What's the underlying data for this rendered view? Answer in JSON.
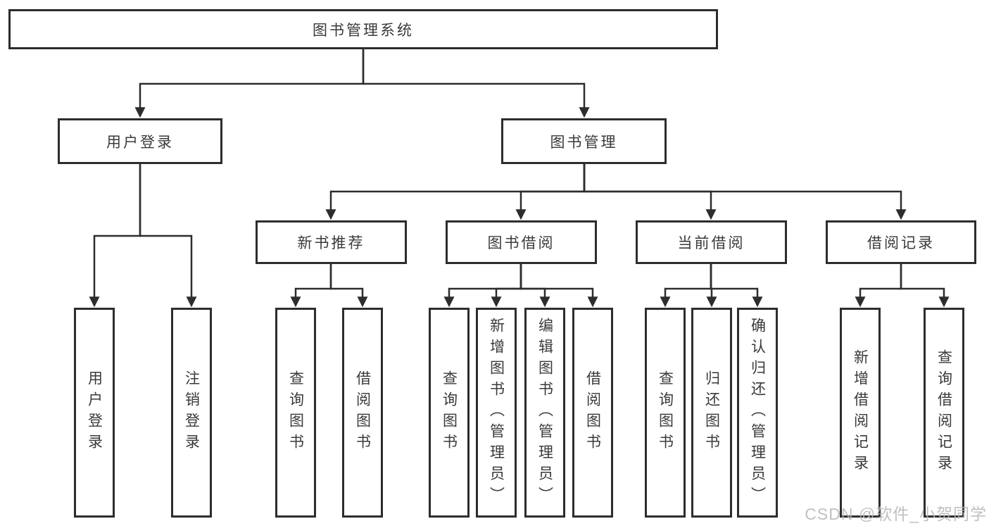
{
  "diagram": {
    "type": "hierarchy-tree",
    "tree": {
      "label": "图书管理系统",
      "children": [
        {
          "label": "用户登录",
          "children": [
            {
              "label": "用户登录"
            },
            {
              "label": "注销登录"
            }
          ]
        },
        {
          "label": "图书管理",
          "children": [
            {
              "label": "新书推荐",
              "children": [
                {
                  "label": "查询图书"
                },
                {
                  "label": "借阅图书"
                }
              ]
            },
            {
              "label": "图书借阅",
              "children": [
                {
                  "label": "查询图书"
                },
                {
                  "label": "新增图书（管理员）"
                },
                {
                  "label": "编辑图书（管理员）"
                },
                {
                  "label": "借阅图书"
                }
              ]
            },
            {
              "label": "当前借阅",
              "children": [
                {
                  "label": "查询图书"
                },
                {
                  "label": "归还图书"
                },
                {
                  "label": "确认归还（管理员）"
                }
              ]
            },
            {
              "label": "借阅记录",
              "children": [
                {
                  "label": "新增借阅记录"
                },
                {
                  "label": "查询借阅记录"
                }
              ]
            }
          ]
        }
      ]
    },
    "colors": {
      "line": "#2d2d2d",
      "box_border": "#2d2d2d",
      "text": "#3a3a3a",
      "background": "#ffffff",
      "watermark": "#b6b6b6"
    }
  },
  "watermark": {
    "text": "CSDN @软件_小贺同学"
  }
}
